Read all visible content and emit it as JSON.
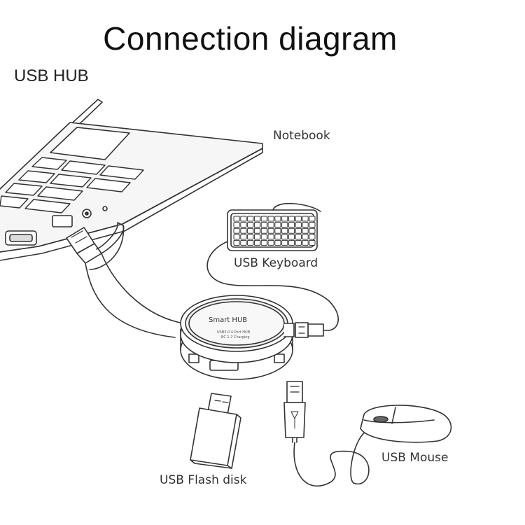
{
  "title": "Connection diagram",
  "subtitle": "USB HUB",
  "labels": {
    "notebook": "Notebook",
    "keyboard": "USB Keyboard",
    "mouse": "USB Mouse",
    "flash": "USB Flash disk"
  },
  "hub": {
    "brand": "Smart HUB",
    "spec_line1": "USB3.0 4-Port HUB",
    "spec_line2": "BC 1.2 Charging"
  },
  "colors": {
    "line": "#333333",
    "background": "#ffffff"
  }
}
